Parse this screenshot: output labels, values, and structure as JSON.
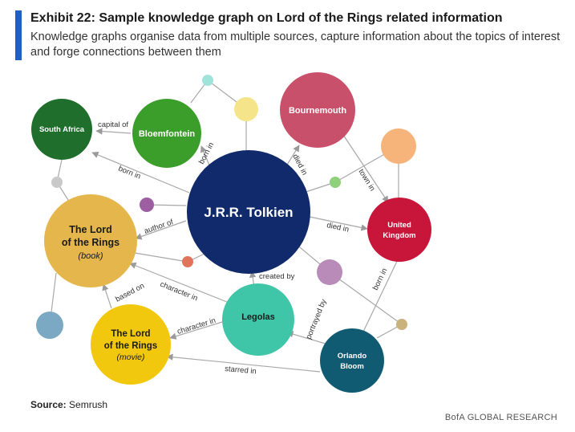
{
  "header": {
    "title": "Exhibit 22: Sample knowledge graph on Lord of the Rings related information",
    "subtitle": "Knowledge graphs organise data from multiple sources, capture information about the topics of interest and forge connections between them",
    "accent_color": "#1f5fc7"
  },
  "nodes": {
    "tolkien": {
      "label": "J.R.R. Tolkien",
      "color": "#102a6b"
    },
    "south_africa": {
      "label": "South Africa",
      "color": "#1f6e2c"
    },
    "bloemfontein": {
      "label": "Bloemfontein",
      "color": "#3c9e2a"
    },
    "bournemouth": {
      "label": "Bournemouth",
      "color": "#c9506a"
    },
    "united_kingdom": {
      "label_line1": "United",
      "label_line2": "Kingdom",
      "color": "#c8163a"
    },
    "lotr_book": {
      "label_line1": "The Lord",
      "label_line2": "of the Rings",
      "label_sub": "(book)",
      "color": "#e5b64c"
    },
    "lotr_movie": {
      "label_line1": "The Lord",
      "label_line2": "of the Rings",
      "label_sub": "(movie)",
      "color": "#f2c80f"
    },
    "legolas": {
      "label": "Legolas",
      "color": "#3fc6a8"
    },
    "orlando_bloom": {
      "label_line1": "Orlando",
      "label_line2": "Bloom",
      "color": "#105a72"
    }
  },
  "edges": {
    "capital_of": "capital of",
    "born_in_bloem": "born in",
    "born_in_sa": "born in",
    "author_of": "author of",
    "died_in_bourne": "died in",
    "town_in": "town in",
    "died_in_uk": "died in",
    "created_by": "created by",
    "character_in_book": "character in",
    "character_in_movie": "character in",
    "based_on": "based on",
    "portrayed_by": "portrayed by",
    "born_in_uk": "born in",
    "starred_in": "starred in"
  },
  "footer": {
    "source_label": "Source:",
    "source_value": " Semrush",
    "brand": "BofA GLOBAL RESEARCH"
  }
}
